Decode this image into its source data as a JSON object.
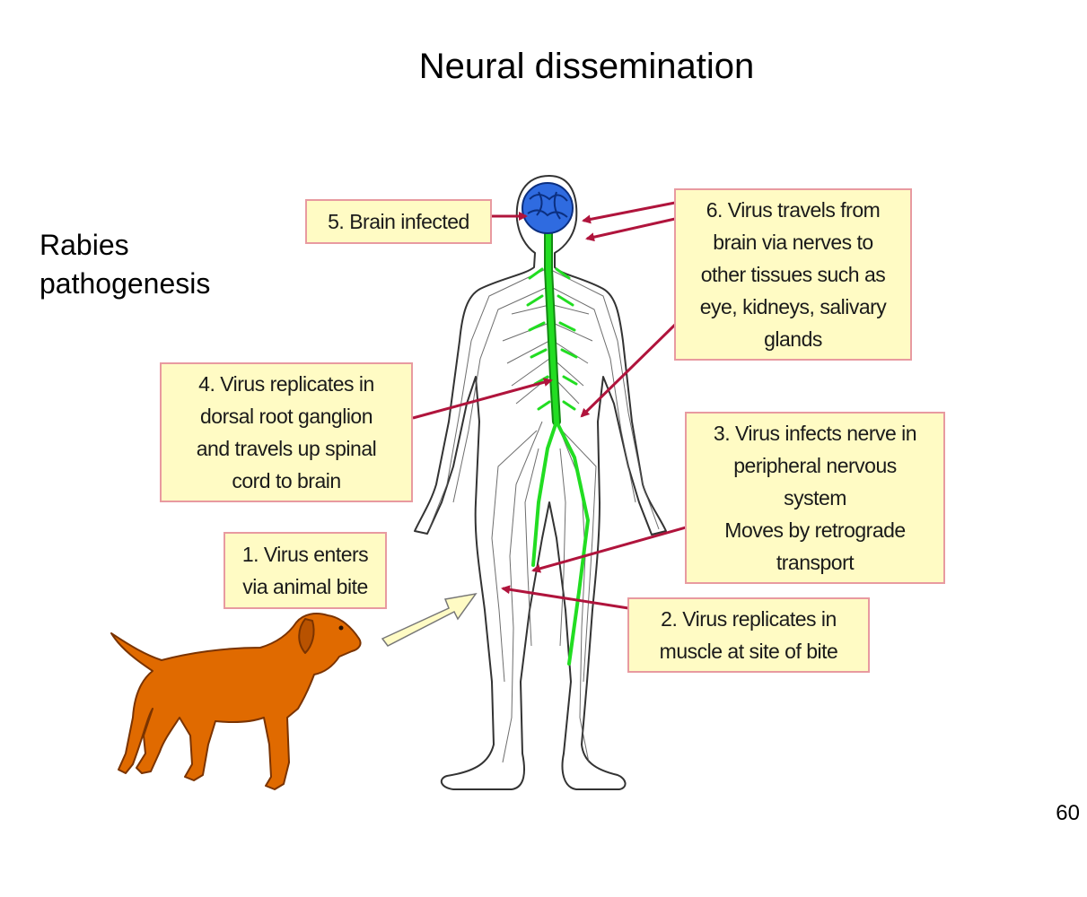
{
  "title": "Neural dissemination",
  "side_label": [
    "Rabies",
    "pathogenesis"
  ],
  "page_number": "60",
  "colors": {
    "box_fill": "#fffbc4",
    "box_border": "#e89aa0",
    "arrow": "#b0143c",
    "spinal_cord": "#22dd22",
    "brain": "#2f6be0",
    "dog": "#e06a00",
    "bite_arrow_fill": "#fffbc4"
  },
  "steps": {
    "step1": [
      "1. Virus enters",
      "via animal bite"
    ],
    "step2": [
      "2. Virus replicates in",
      "muscle at site of bite"
    ],
    "step3": [
      "3. Virus infects nerve in",
      "peripheral nervous",
      "system",
      "Moves by retrograde",
      "transport"
    ],
    "step4": [
      "4. Virus replicates in",
      "dorsal root ganglion",
      "and travels up spinal",
      "cord to brain"
    ],
    "step5": [
      "5. Brain  infected"
    ],
    "step6": [
      "6. Virus travels from",
      "brain via nerves to",
      "other tissues such as",
      "eye, kidneys, salivary",
      "glands"
    ]
  }
}
